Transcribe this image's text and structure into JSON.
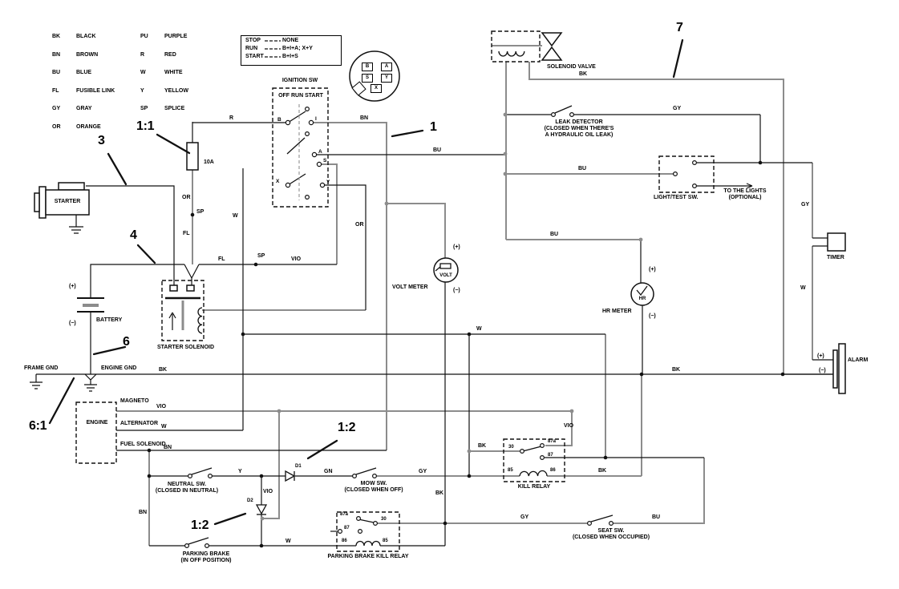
{
  "legend": {
    "col1": [
      {
        "abbr": "BK",
        "name": "BLACK"
      },
      {
        "abbr": "BN",
        "name": "BROWN"
      },
      {
        "abbr": "BU",
        "name": "BLUE"
      },
      {
        "abbr": "FL",
        "name": "FUSIBLE LINK"
      },
      {
        "abbr": "GY",
        "name": "GRAY"
      },
      {
        "abbr": "OR",
        "name": "ORANGE"
      }
    ],
    "col2": [
      {
        "abbr": "PU",
        "name": "PURPLE"
      },
      {
        "abbr": "R",
        "name": "RED"
      },
      {
        "abbr": "W",
        "name": "WHITE"
      },
      {
        "abbr": "Y",
        "name": "YELLOW"
      },
      {
        "abbr": "SP",
        "name": "SPLICE"
      }
    ]
  },
  "key_box": {
    "rows": [
      {
        "pos": "STOP",
        "val": "NONE"
      },
      {
        "pos": "RUN",
        "val": "B+I+A; X+Y"
      },
      {
        "pos": "START",
        "val": "B+I+S"
      }
    ]
  },
  "connector": {
    "t_b": "B",
    "t_a": "A",
    "t_s": "S",
    "t_y": "Y",
    "t_x": "X"
  },
  "ignition": {
    "title": "IGNITION SW",
    "positions": "OFF  RUN  START",
    "t_b": "B",
    "t_i": "I",
    "t_a": "A",
    "t_s": "S",
    "t_x": "X",
    "t_y": "Y"
  },
  "callouts": {
    "c1": "1",
    "c3": "3",
    "c4": "4",
    "c6": "6",
    "c7": "7",
    "c1_1": "1:1",
    "c6_1": "6:1",
    "c1_2": "1:2"
  },
  "components": {
    "starter": "STARTER",
    "fuse_rating": "10A",
    "battery": {
      "label": "BATTERY",
      "plus": "(+)",
      "minus": "(−)"
    },
    "starter_solenoid": "STARTER SOLENOID",
    "grounds": {
      "frame": "FRAME GND",
      "engine": "ENGINE GND"
    },
    "engine": {
      "label": "ENGINE",
      "magneto": "MAGNETO",
      "alternator": "ALTERNATOR",
      "fuel_solenoid": "FUEL SOLENOID"
    },
    "volt_meter": {
      "label": "VOLT METER",
      "face": "VOLT",
      "plus": "(+)",
      "minus": "(−)"
    },
    "hr_meter": {
      "label": "HR METER",
      "face": "HR",
      "plus": "(+)",
      "minus": "(−)"
    },
    "solenoid_valve": "SOLENOID VALVE",
    "leak_detector": {
      "line1": "LEAK DETECTOR",
      "line2": "(CLOSED WHEN THERE'S",
      "line3": "A HYDRAULIC OIL LEAK)"
    },
    "light_test_sw": {
      "label": "LIGHT/TEST SW.",
      "to_lights1": "TO THE LIGHTS",
      "to_lights2": "(OPTIONAL)"
    },
    "timer": "TIMER",
    "alarm": {
      "label": "ALARM",
      "plus": "(+)",
      "minus": "(−)"
    },
    "neutral_sw": {
      "line1": "NEUTRAL SW.",
      "line2": "(CLOSED IN NEUTRAL)"
    },
    "mow_sw": {
      "line1": "MOW SW.",
      "line2": "(CLOSED WHEN OFF)"
    },
    "seat_sw": {
      "line1": "SEAT SW.",
      "line2": "(CLOSED WHEN OCCUPIED)"
    },
    "parking_brake_sw": {
      "line1": "PARKING BRAKE",
      "line2": "(IN OFF POSITION)"
    },
    "kill_relay": {
      "label": "KILL RELAY",
      "t30": "30",
      "t87a": "87a",
      "t87": "87",
      "t85": "85",
      "t86": "86"
    },
    "pb_kill_relay": {
      "label": "PARKING BRAKE KILL RELAY",
      "t87a": "87a",
      "t30": "30",
      "t87": "87",
      "t86": "86",
      "t85": "85"
    },
    "d1": "D1",
    "d2": "D2"
  },
  "wires": {
    "r": "R",
    "bn_ign": "BN",
    "bu_ign": "BU",
    "or_fuse": "OR",
    "sp_fuse": "SP",
    "fl_fuse": "FL",
    "fl_bat": "FL",
    "sp_bat": "SP",
    "vio_bat": "VIO",
    "or_key": "OR",
    "w_key": "W",
    "bk_gnd_left": "BK",
    "bk_gnd_right": "BK",
    "vio_magneto": "VIO",
    "w_alternator": "W",
    "bn_fuel": "BN",
    "bn_branch": "BN",
    "y_neutral": "Y",
    "gn_mow": "GN",
    "gy_mow": "GY",
    "bk_voltmeter": "BK",
    "vio_d2": "VIO",
    "w_parking": "W",
    "bk_kill_in": "BK",
    "vio_kill": "VIO",
    "bk_kill_out": "BK",
    "gy_seat": "GY",
    "bu_seat": "BU",
    "bk_solenoid_valve": "BK",
    "gy_leak": "GY",
    "bu_light_test": "BU",
    "bu_hr": "BU",
    "w_mid": "W",
    "gy_timer": "GY",
    "w_timer": "W"
  },
  "colors": {
    "wire_gray": "#8c8c8c",
    "line_black": "#111111",
    "background": "#ffffff"
  }
}
